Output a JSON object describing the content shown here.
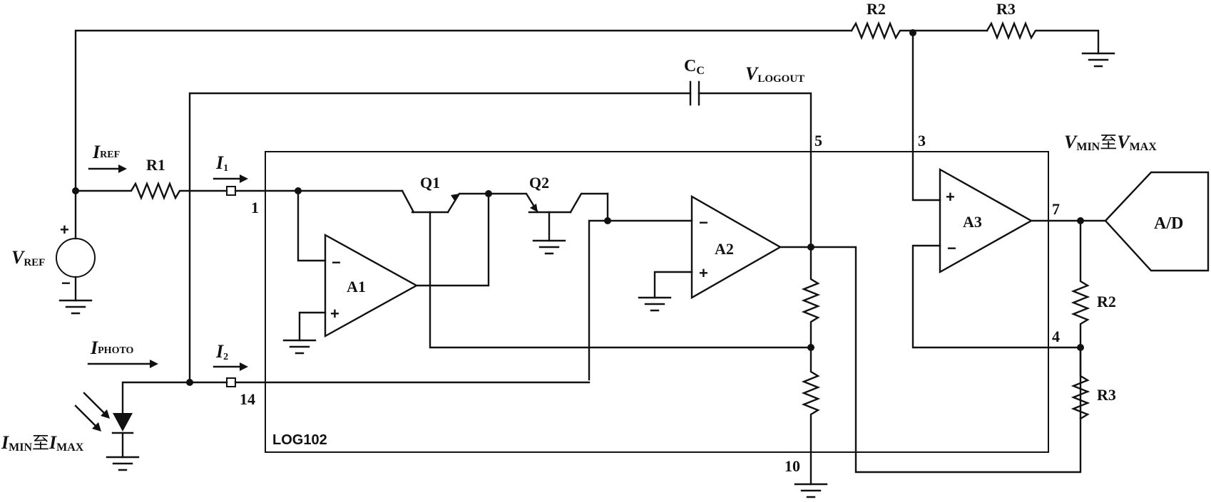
{
  "chip": {
    "name": "LOG102"
  },
  "components": {
    "r1": "R1",
    "r2_top": "R2",
    "r3_top": "R3",
    "r2_right": "R2",
    "r3_right": "R3",
    "cc_main": "C",
    "cc_sub": "C",
    "q1": "Q1",
    "q2": "Q2",
    "a1": "A1",
    "a2": "A2",
    "a3": "A3",
    "adc": "A/D"
  },
  "pins": {
    "p1": "1",
    "p14": "14",
    "p5": "5",
    "p3": "3",
    "p7": "7",
    "p4": "4",
    "p10": "10"
  },
  "signals": {
    "iref_main": "I",
    "iref_sub": "REF",
    "i1_main": "I",
    "i1_sub": "1",
    "i2_main": "I",
    "i2_sub": "2",
    "iphoto_main": "I",
    "iphoto_sub": "PHOTO",
    "vref_main": "V",
    "vref_sub": "REF",
    "vlogout_main": "V",
    "vlogout_sub": "LOGOUT",
    "imin_main": "I",
    "imin_sub": "MIN",
    "imax_mid": "至",
    "imax_main": "I",
    "imax_sub": "MAX",
    "vmin_main": "V",
    "vmin_sub": "MIN",
    "vmax_mid": "至",
    "vmax_main": "V",
    "vmax_sub": "MAX"
  },
  "polarity": {
    "plus": "+",
    "minus": "−"
  }
}
